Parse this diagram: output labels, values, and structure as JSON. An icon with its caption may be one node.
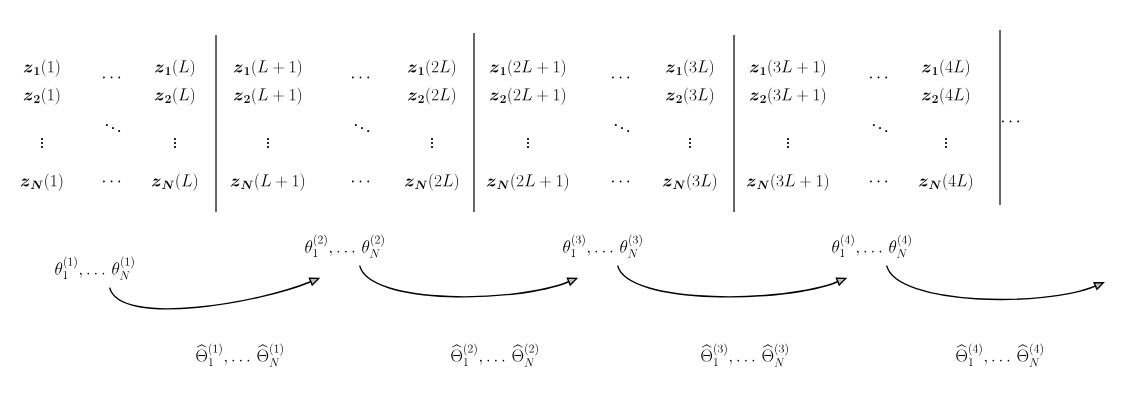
{
  "diagram": {
    "nodes": [
      {
        "text": [
          "\\theta_1^{(1)}, \\ldots\\, \\theta_N^{(1)}"
        ]
      },
      {
        "text": [
          "\\theta_1^{(2)}, \\ldots\\, \\theta_N^{(2)}"
        ]
      },
      {
        "text": [
          "\\theta_1^{(3)}, \\ldots\\, \\theta_N^{(3)}"
        ]
      },
      {
        "text": [
          "\\theta_1^{(4)}, \\ldots\\, \\theta_N^{(4)}"
        ]
      }
    ],
    "edges": [
      {
        "from": 0,
        "to": 1,
        "arrow": "to",
        "label": "\\widehat{\\Theta}_1^{(1)}, \\ldots\\, \\widehat{\\Theta}_N^{(1)}"
      },
      {
        "from": 1,
        "to": 2,
        "arrow": "to",
        "label": "\\widehat{\\Theta}_1^{(2)}, \\ldots\\, \\widehat{\\Theta}_N^{(2)}"
      },
      {
        "from": 2,
        "to": 3,
        "arrow": "to",
        "label": "\\widehat{\\Theta}_1^{(3)}, \\ldots\\, \\widehat{\\Theta}_N^{(3)}"
      },
      {
        "from": 3,
        "to": null,
        "arrow": "to",
        "label": "\\widehat{\\Theta}_1^{(4)}, \\ldots\\, \\widehat{\\Theta}_N^{(4)}"
      }
    ],
    "labels": [
      "\\boldsymbol{z}_{\\boldsymbol{1}}(1)",
      "\\cdots",
      "\\boldsymbol{z}_{\\boldsymbol{1}}(L)",
      "\\boldsymbol{z}_{\\boldsymbol{1}}(L+1)",
      "\\cdots",
      "\\boldsymbol{z}_{\\boldsymbol{1}}(2L)",
      "\\boldsymbol{z}_{\\boldsymbol{1}}(2L+1)",
      "\\cdots",
      "\\boldsymbol{z}_{\\boldsymbol{1}}(3L)",
      "\\boldsymbol{z}_{\\boldsymbol{1}}(3L+1)",
      "\\cdots",
      "\\boldsymbol{z}_{\\boldsymbol{1}}(4L)",
      "\\boldsymbol{z}_{\\boldsymbol{2}}(1)",
      "\\boldsymbol{z}_{\\boldsymbol{2}}(L)",
      "\\boldsymbol{z}_{\\boldsymbol{2}}(L+1)",
      "\\boldsymbol{z}_{\\boldsymbol{2}}(2L)",
      "\\boldsymbol{z}_{\\boldsymbol{2}}(2L+1)",
      "\\boldsymbol{z}_{\\boldsymbol{2}}(3L)",
      "\\boldsymbol{z}_{\\boldsymbol{2}}(3L+1)",
      "\\boldsymbol{z}_{\\boldsymbol{2}}(4L)",
      "\\vdots",
      "\\ddots",
      "\\vdots",
      "\\vdots",
      "\\ddots",
      "\\vdots",
      "\\vdots",
      "\\ddots",
      "\\vdots",
      "\\vdots",
      "\\ddots",
      "\\vdots",
      "\\cdots",
      "\\boldsymbol{z}_{\\boldsymbol{N}}(1)",
      "\\cdots",
      "\\boldsymbol{z}_{\\boldsymbol{N}}(L)",
      "\\boldsymbol{z}_{\\boldsymbol{N}}(L+1)",
      "\\cdots",
      "\\boldsymbol{z}_{\\boldsymbol{N}}(2L)",
      "\\boldsymbol{z}_{\\boldsymbol{N}}(2L+1)",
      "\\cdots",
      "\\boldsymbol{z}_{\\boldsymbol{N}}(3L)",
      "\\boldsymbol{z}_{\\boldsymbol{N}}(3L+1)",
      "\\cdots",
      "\\boldsymbol{z}_{\\boldsymbol{N}}(4L)"
    ]
  }
}
